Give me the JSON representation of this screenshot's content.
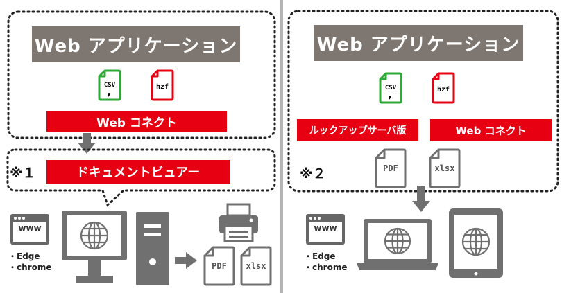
{
  "left": {
    "app_title": "Web アプリケーション",
    "file_csv": "CSV",
    "file_hzf": "hzf",
    "bar_webconnect": "Web コネクト",
    "note": "※１",
    "bar_docviewer": "ドキュメントビュアー",
    "browser_www": "www",
    "browser_edge": "・Edge",
    "browser_chrome": "・chrome",
    "out_pdf": "PDF",
    "out_xlsx": "xlsx"
  },
  "right": {
    "app_title": "Web アプリケーション",
    "file_csv": "CSV",
    "file_hzf": "hzf",
    "bar_lookup": "ルックアップサーバ版",
    "bar_webconnect": "Web コネクト",
    "note": "※２",
    "out_pdf": "PDF",
    "out_xlsx": "xlsx",
    "browser_www": "www",
    "browser_edge": "・Edge",
    "browser_chrome": "・chrome"
  },
  "colors": {
    "red": "#e60012",
    "gray": "#7d7671",
    "icon_gray": "#707070",
    "green": "#2ea836",
    "divider": "#b5b5b5"
  },
  "icons": [
    "globe-icon",
    "printer-icon",
    "monitor-icon",
    "pc-tower-icon",
    "laptop-icon",
    "tablet-icon",
    "csv-file-icon",
    "hzf-file-icon",
    "pdf-file-icon",
    "xlsx-file-icon",
    "browser-window-icon",
    "arrow-down-icon",
    "arrow-right-icon"
  ]
}
